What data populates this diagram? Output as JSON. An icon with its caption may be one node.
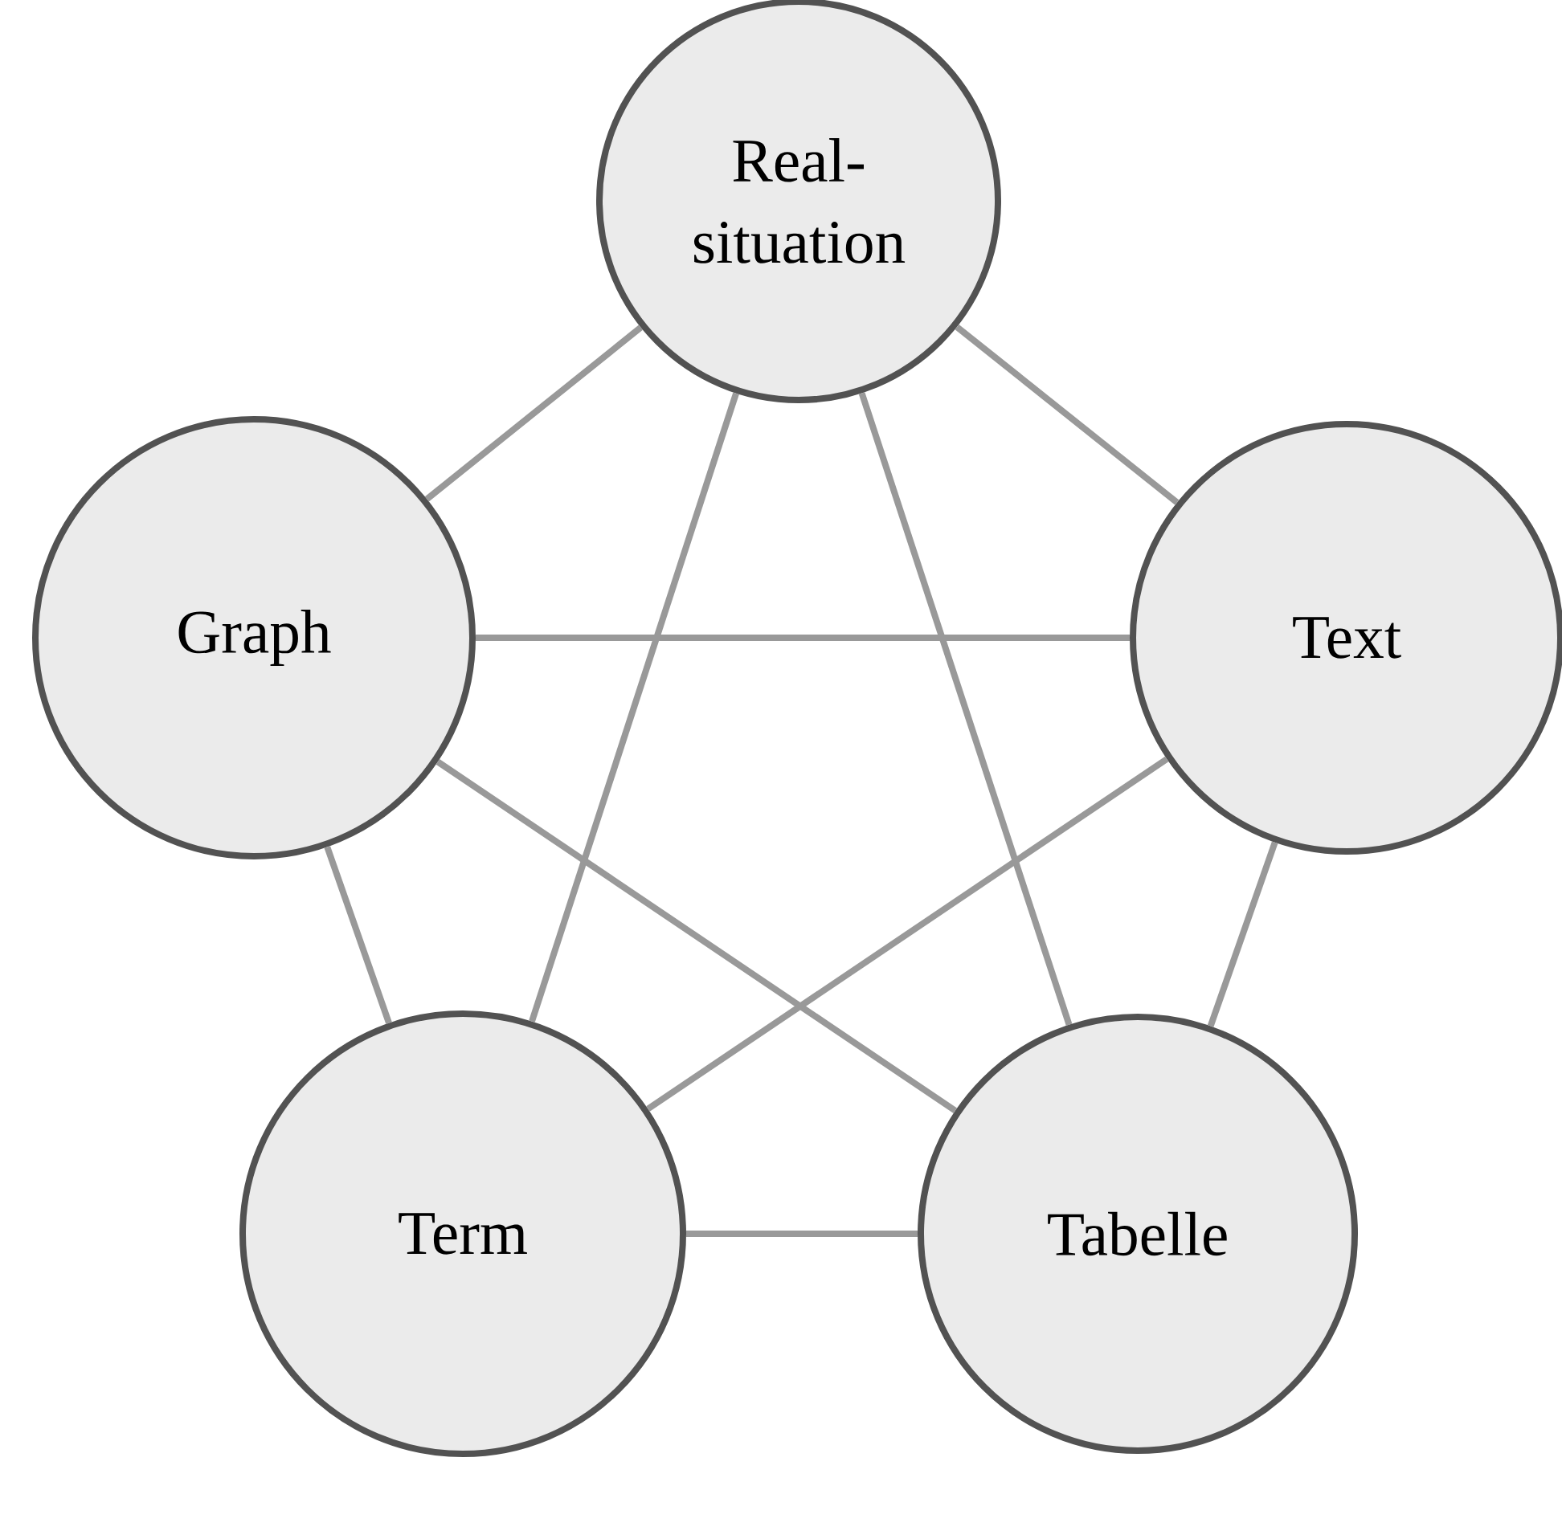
{
  "diagram": {
    "nodes": [
      {
        "text": [
          "Real-situation"
        ]
      },
      {
        "text": [
          "Graph"
        ]
      },
      {
        "text": [
          "Text"
        ]
      },
      {
        "text": [
          "Term"
        ]
      },
      {
        "text": [
          "Tabelle"
        ]
      }
    ],
    "edges": [
      {
        "from": 0,
        "to": 1,
        "arrow": "none"
      },
      {
        "from": 0,
        "to": 2,
        "arrow": "none"
      },
      {
        "from": 0,
        "to": 3,
        "arrow": "none"
      },
      {
        "from": 0,
        "to": 4,
        "arrow": "none"
      },
      {
        "from": 1,
        "to": 2,
        "arrow": "none"
      },
      {
        "from": 1,
        "to": 3,
        "arrow": "none"
      },
      {
        "from": 1,
        "to": 4,
        "arrow": "none"
      },
      {
        "from": 2,
        "to": 3,
        "arrow": "none"
      },
      {
        "from": 2,
        "to": 4,
        "arrow": "none"
      },
      {
        "from": 3,
        "to": 4,
        "arrow": "none"
      }
    ]
  }
}
